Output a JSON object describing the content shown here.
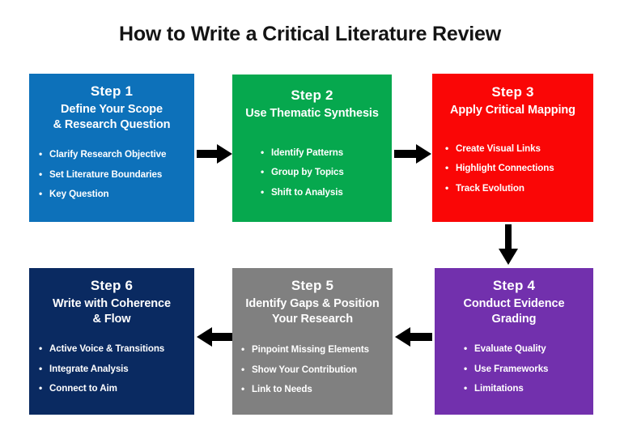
{
  "page": {
    "title": "How to Write a Critical Literature Review",
    "background_color": "#ffffff",
    "title_color": "#141414"
  },
  "diagram": {
    "type": "process-flow",
    "layout": "two-row-serpentine",
    "steps": [
      {
        "id": "step-1",
        "number": "Step 1",
        "title": "Define Your Scope\n& Research Question",
        "title_line_1": "Define Your Scope",
        "title_line_2": "& Research Question",
        "color": "#0D71BA",
        "text_color": "#ffffff",
        "bullets": [
          "Clarify Research Objective",
          "Set Literature Boundaries",
          "Key Question"
        ]
      },
      {
        "id": "step-2",
        "number": "Step 2",
        "title": "Use Thematic Synthesis",
        "title_line_1": "Use Thematic Synthesis",
        "title_line_2": "",
        "color": "#06A84E",
        "text_color": "#ffffff",
        "bullets": [
          "Identify Patterns",
          "Group by Topics",
          "Shift to Analysis"
        ]
      },
      {
        "id": "step-3",
        "number": "Step 3",
        "title": "Apply Critical Mapping",
        "title_line_1": "Apply Critical Mapping",
        "title_line_2": "",
        "color": "#FA0606",
        "text_color": "#ffffff",
        "bullets": [
          "Create Visual Links",
          "Highlight Connections",
          "Track Evolution"
        ]
      },
      {
        "id": "step-4",
        "number": "Step 4",
        "title": "Conduct Evidence\nGrading",
        "title_line_1": "Conduct Evidence",
        "title_line_2": "Grading",
        "color": "#7230AD",
        "text_color": "#ffffff",
        "bullets": [
          "Evaluate Quality",
          "Use Frameworks",
          "Limitations"
        ]
      },
      {
        "id": "step-5",
        "number": "Step 5",
        "title": "Identify Gaps & Position\nYour Research",
        "title_line_1": "Identify Gaps & Position",
        "title_line_2": "Your Research",
        "color": "#808080",
        "text_color": "#ffffff",
        "bullets": [
          "Pinpoint Missing Elements",
          "Show Your Contribution",
          "Link to Needs"
        ]
      },
      {
        "id": "step-6",
        "number": "Step 6",
        "title": "Write with Coherence\n& Flow",
        "title_line_1": "Write with Coherence",
        "title_line_2": "& Flow",
        "color": "#0A2A61",
        "text_color": "#ffffff",
        "bullets": [
          "Active Voice & Transitions",
          "Integrate Analysis",
          "Connect to Aim"
        ]
      }
    ],
    "connectors": [
      {
        "id": "arrow-1-to-2",
        "from": "step-1",
        "to": "step-2",
        "direction": "right",
        "color": "#000000"
      },
      {
        "id": "arrow-2-to-3",
        "from": "step-2",
        "to": "step-3",
        "direction": "right",
        "color": "#000000"
      },
      {
        "id": "arrow-3-to-4",
        "from": "step-3",
        "to": "step-4",
        "direction": "down",
        "color": "#000000"
      },
      {
        "id": "arrow-4-to-5",
        "from": "step-4",
        "to": "step-5",
        "direction": "left",
        "color": "#000000"
      },
      {
        "id": "arrow-5-to-6",
        "from": "step-5",
        "to": "step-6",
        "direction": "left",
        "color": "#000000"
      }
    ]
  }
}
